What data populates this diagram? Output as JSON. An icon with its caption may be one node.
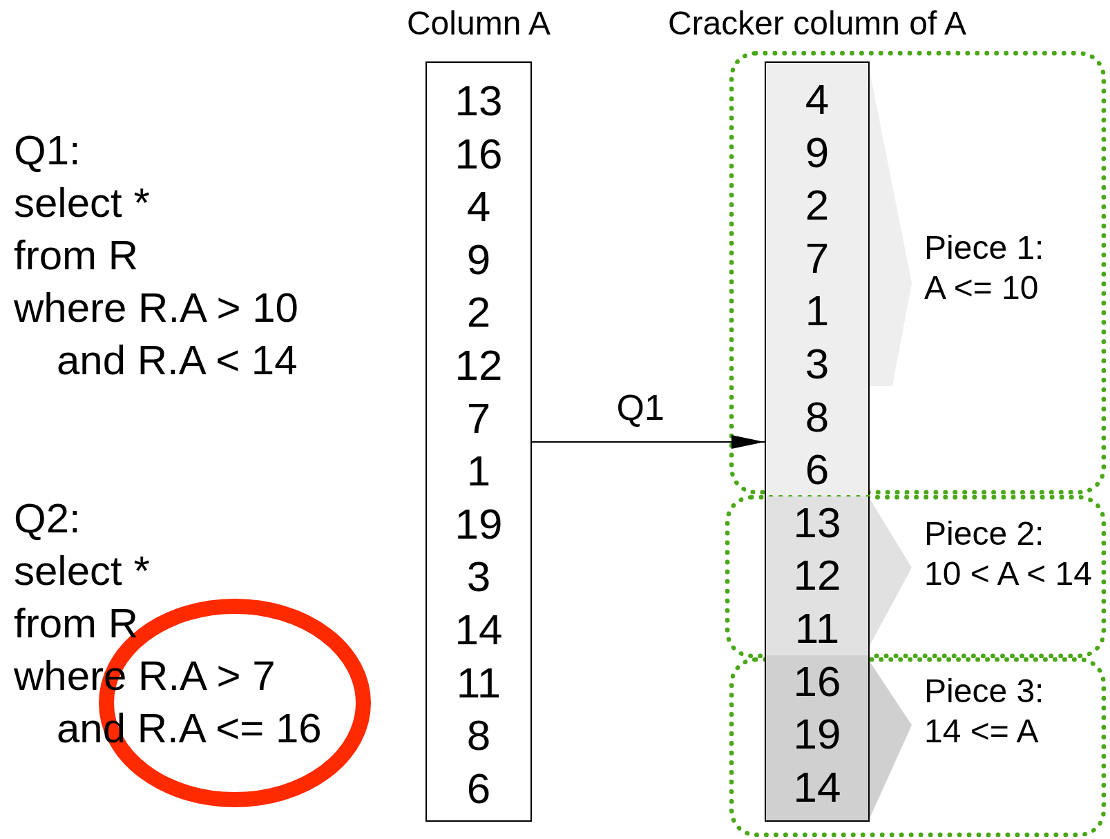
{
  "diagram": {
    "nodes": [
      {
        "text": [
          "Column A",
          "13",
          "16",
          "4",
          "9",
          "2",
          "12",
          "7",
          "1",
          "19",
          "3",
          "14",
          "11",
          "8",
          "6"
        ]
      },
      {
        "text": [
          "4",
          "9",
          "2",
          "7",
          "1",
          "3",
          "8",
          "6",
          "Piece 1:",
          "A <= 10"
        ]
      },
      {
        "text": [
          "13",
          "12",
          "11",
          "Piece 2:",
          "10 < A < 14"
        ]
      },
      {
        "text": [
          "16",
          "19",
          "14",
          "Piece 3:",
          "14 <= A"
        ]
      }
    ],
    "edges": [
      {
        "from": 0,
        "to": 1,
        "arrow": "to",
        "label": "Q1"
      }
    ],
    "labels": [
      "Cracker column of A",
      "Q1:",
      "select *",
      "from R",
      "where R.A > 10",
      "and R.A < 14",
      "Q2:",
      "select *",
      "from R",
      "where R.A > 7",
      "and R.A <= 16"
    ]
  }
}
